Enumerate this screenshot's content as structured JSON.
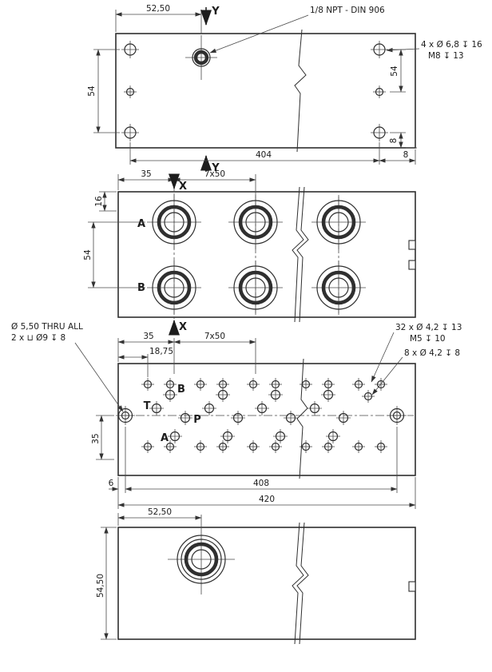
{
  "top_view": {
    "dim_port_x": "52,50",
    "section_top": "Y",
    "section_bottom": "Y",
    "port_note": "1/8 NPT - DIN 906",
    "corner_holes_note_1": "4 x Ø 6,8 ↧ 16",
    "corner_holes_note_2": "M8 ↧ 13",
    "dim_left_54": "54",
    "dim_right_54": "54",
    "dim_right_8": "8",
    "dim_404": "404",
    "dim_8": "8"
  },
  "front_view": {
    "dim_35": "35",
    "dim_pitch": "7x50",
    "dim_16": "16",
    "dim_54": "54",
    "section_top": "X",
    "section_bottom": "X",
    "label_a": "A",
    "label_b": "B"
  },
  "face_view": {
    "cbore_note_1": "Ø 5,50 THRU ALL",
    "cbore_note_2": "2 x ⊔ Ø9 ↧ 8",
    "m5_note_1": "32 x Ø 4,2 ↧ 13",
    "m5_note_2": "M5 ↧ 10",
    "pin_note": "8 x Ø 4,2 ↧ 8",
    "dim_35_top": "35",
    "dim_1875": "18,75",
    "dim_pitch": "7x50",
    "label_t": "T",
    "label_b": "B",
    "label_p": "P",
    "label_a": "A",
    "dim_35_left": "35",
    "dim_6": "6",
    "dim_408": "408",
    "dim_420": "420"
  },
  "bottom_view": {
    "dim_port_x": "52,50",
    "dim_height": "54,50"
  }
}
